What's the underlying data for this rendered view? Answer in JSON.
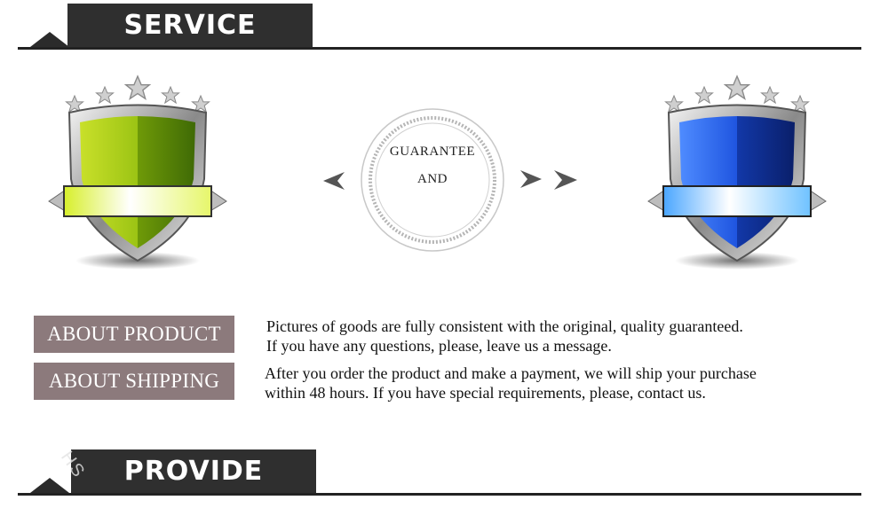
{
  "service_header": {
    "title": "SERVICE"
  },
  "provide_header": {
    "title": "PROVIDE"
  },
  "seal": {
    "line1": "GUARANTEE",
    "line2": "AND"
  },
  "about_product": {
    "label": "ABOUT PRODUCT",
    "line1": "Pictures  of  goods  are  fully consistent with the original, quality guaranteed.",
    "line2": "If you have any questions, please, leave  us  a  message."
  },
  "about_shipping": {
    "label": "ABOUT SHIPPING",
    "line1": "After you order the product and make a payment, we will ship your purchase",
    "line2": "within 48 hours. If you have special requirements, please, contact us."
  },
  "watermark": {
    "text": "HS"
  },
  "colors": {
    "header_bg": "#2f2f2f",
    "label_bg": "#8c7a7c",
    "shield_green": "#8fb714",
    "shield_blue": "#1f4fd1",
    "arrow": "#555555"
  },
  "icons": [
    "star-icon",
    "shield-green-icon",
    "shield-blue-icon",
    "arrow-left-icon",
    "arrow-right-icon",
    "guarantee-seal-icon"
  ]
}
